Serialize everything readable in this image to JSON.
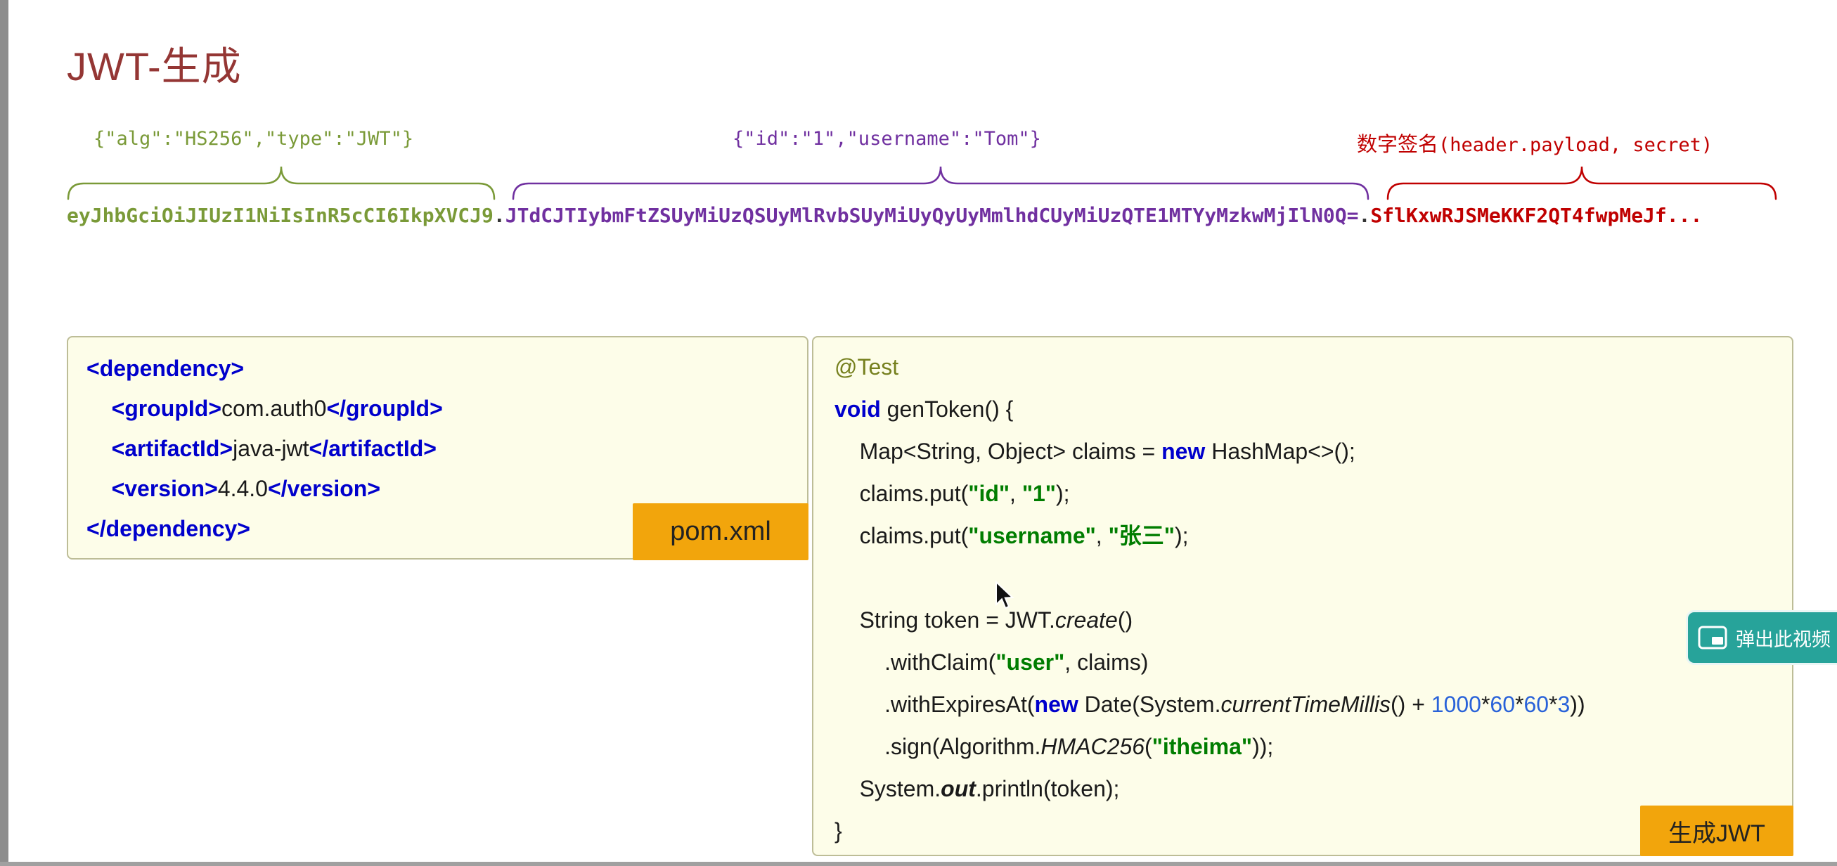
{
  "page": {
    "title": "JWT-生成"
  },
  "jwt": {
    "header_json": "{\"alg\":\"HS256\",\"type\":\"JWT\"}",
    "payload_json": "{\"id\":\"1\",\"username\":\"Tom\"}",
    "signature_cn": "数字签名",
    "signature_args": "(header.payload, secret)",
    "token_header": "eyJhbGciOiJIUzI1NiIsInR5cCI6IkpXVCJ9",
    "token_separator_1": ".",
    "token_payload": "JTdCJTIybmFtZSUyMiUzQSUyMlRvbSUyMiUyQyUyMmlhdCUyMiUzQTE1MTYyMzkwMjIlN0Q=",
    "token_separator_2": ".",
    "token_signature": "SflKxwRJSMeKKF2QT4fwpMeJf..."
  },
  "pom_box": {
    "badge": "pom.xml",
    "code": [
      [
        [
          "tag",
          "<dependency>"
        ]
      ],
      [
        [
          "plain",
          "    "
        ],
        [
          "tag",
          "<groupId>"
        ],
        [
          "plain",
          "com.auth0"
        ],
        [
          "tag",
          "</groupId>"
        ]
      ],
      [
        [
          "plain",
          "    "
        ],
        [
          "tag",
          "<artifactId>"
        ],
        [
          "plain",
          "java-jwt"
        ],
        [
          "tag",
          "</artifactId>"
        ]
      ],
      [
        [
          "plain",
          "    "
        ],
        [
          "tag",
          "<version>"
        ],
        [
          "plain",
          "4.4.0"
        ],
        [
          "tag",
          "</version>"
        ]
      ],
      [
        [
          "tag",
          "</dependency>"
        ]
      ]
    ]
  },
  "java_box": {
    "badge": "生成JWT",
    "code": [
      [
        [
          "anno",
          "@Test"
        ]
      ],
      [
        [
          "kw",
          "void"
        ],
        [
          "plain",
          " genToken() {"
        ]
      ],
      [
        [
          "plain",
          "    Map<String, Object> claims = "
        ],
        [
          "kw",
          "new"
        ],
        [
          "plain",
          " HashMap<>();"
        ]
      ],
      [
        [
          "plain",
          "    claims.put("
        ],
        [
          "str",
          "\"id\""
        ],
        [
          "plain",
          ", "
        ],
        [
          "str",
          "\"1\""
        ],
        [
          "plain",
          ");"
        ]
      ],
      [
        [
          "plain",
          "    claims.put("
        ],
        [
          "str",
          "\"username\""
        ],
        [
          "plain",
          ", "
        ],
        [
          "str",
          "\"张三\""
        ],
        [
          "plain",
          ");"
        ]
      ],
      [],
      [
        [
          "plain",
          "    String token = JWT."
        ],
        [
          "it",
          "create"
        ],
        [
          "plain",
          "()"
        ]
      ],
      [
        [
          "plain",
          "        .withClaim("
        ],
        [
          "str",
          "\"user\""
        ],
        [
          "plain",
          ", claims)"
        ]
      ],
      [
        [
          "plain",
          "        .withExpiresAt("
        ],
        [
          "kw",
          "new"
        ],
        [
          "plain",
          " Date(System."
        ],
        [
          "it",
          "currentTimeMillis"
        ],
        [
          "plain",
          "() + "
        ],
        [
          "num",
          "1000"
        ],
        [
          "plain",
          "*"
        ],
        [
          "num",
          "60"
        ],
        [
          "plain",
          "*"
        ],
        [
          "num",
          "60"
        ],
        [
          "plain",
          "*"
        ],
        [
          "num",
          "3"
        ],
        [
          "plain",
          "))"
        ]
      ],
      [
        [
          "plain",
          "        .sign(Algorithm."
        ],
        [
          "it",
          "HMAC256"
        ],
        [
          "plain",
          "("
        ],
        [
          "str",
          "\"itheima\""
        ],
        [
          "plain",
          "));"
        ]
      ],
      [
        [
          "plain",
          "    System."
        ],
        [
          "bi",
          "out"
        ],
        [
          "plain",
          ".println(token);"
        ]
      ],
      [
        [
          "plain",
          "}"
        ]
      ]
    ]
  },
  "video_button": {
    "label": "弹出此视频"
  },
  "colors": {
    "title": "#943634",
    "header": "#7a9a38",
    "payload": "#7030a0",
    "signature": "#c00000",
    "badge": "#f2a50c",
    "keyword": "#0000cc",
    "string": "#007d00",
    "number": "#2962d9",
    "annotation": "#76801e",
    "teal": "#27a39a",
    "box_bg": "#fdfde9",
    "box_border": "#bdbd97"
  }
}
